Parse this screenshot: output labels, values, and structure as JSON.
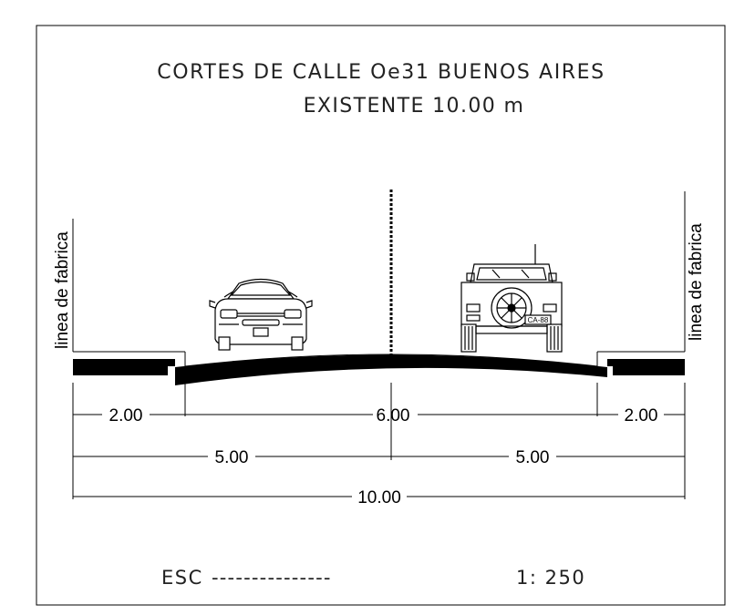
{
  "title": {
    "line1": "CORTES DE CALLE Oe31 BUENOS AIRES",
    "line2": "EXISTENTE 10.00 m"
  },
  "labels": {
    "left_property_line": "linea de fabrica",
    "right_property_line": "linea de fabrica",
    "plate": "CA-88"
  },
  "dimensions": {
    "left_sidewalk": "2.00",
    "roadway": "6.00",
    "right_sidewalk": "2.00",
    "left_half": "5.00",
    "right_half": "5.00",
    "total": "10.00"
  },
  "scale": {
    "label": "ESC",
    "dashes": "---------------",
    "value": "1: 250"
  }
}
